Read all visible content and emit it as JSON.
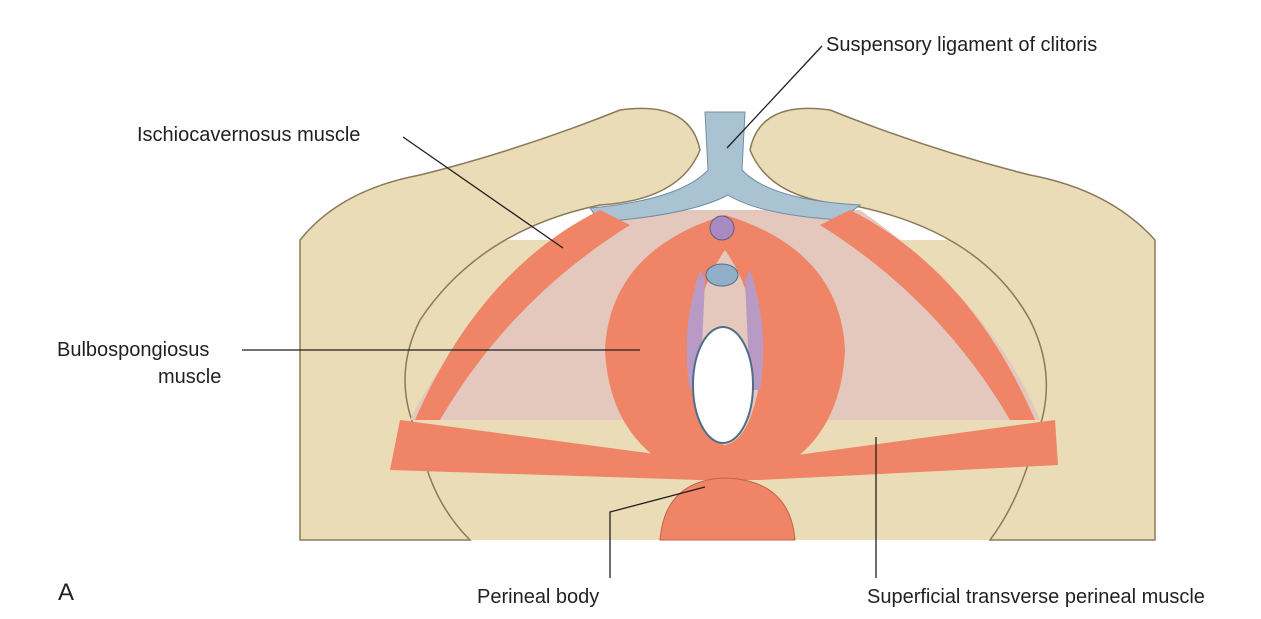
{
  "figure_letter": "A",
  "labels": {
    "suspensory": "Suspensory ligament of clitoris",
    "ischiocavernosus": "Ischiocavernosus muscle",
    "bulbospongiosus_1": "Bulbospongiosus",
    "bulbospongiosus_2": "muscle",
    "perineal_body": "Perineal body",
    "superficial_transverse": "Superficial transverse perineal muscle"
  },
  "colors": {
    "bone": "#e9dcb6",
    "bone_edge": "#8a7a5a",
    "muscle": "#ef8466",
    "membrane": "#e4c7bd",
    "ligament": "#a9c3d3",
    "line": "#231f20"
  }
}
